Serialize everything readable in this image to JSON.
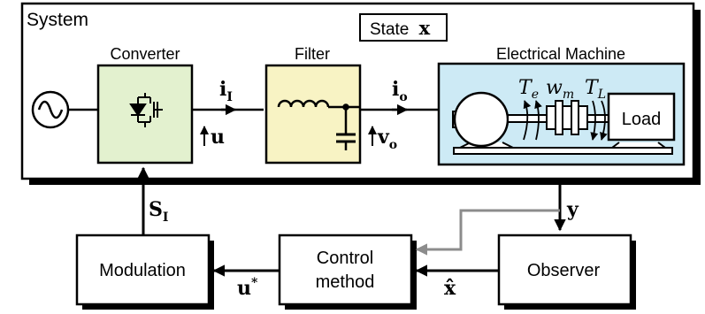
{
  "system": {
    "label": "System",
    "state_label": "State",
    "state_symbol": "x"
  },
  "converter": {
    "label": "Converter"
  },
  "filter": {
    "label": "Filter"
  },
  "machine": {
    "label": "Electrical Machine",
    "load_label": "Load",
    "torque_e": {
      "base": "T",
      "sub": "e"
    },
    "speed": {
      "base": "w",
      "sub": "m"
    },
    "torque_l": {
      "base": "T",
      "sub": "L"
    }
  },
  "signals": {
    "i_I": {
      "base": "i",
      "sub": "I"
    },
    "u": "u",
    "i_o": {
      "base": "i",
      "sub": "o"
    },
    "v_o": {
      "base": "v",
      "sub": "o"
    },
    "S_I": {
      "base": "S",
      "sub": "I"
    },
    "y": "y",
    "u_star": {
      "base": "u",
      "sup": "*"
    },
    "x_hat": "x̂"
  },
  "modulation": {
    "label": "Modulation"
  },
  "control": {
    "line1": "Control",
    "line2": "method"
  },
  "observer": {
    "label": "Observer"
  },
  "colors": {
    "converter_fill": "#e3f1cf",
    "filter_fill": "#f8f3c4",
    "machine_fill": "#cdeaf5",
    "feedback_gray": "#8c8c8c",
    "stroke": "#000000"
  }
}
